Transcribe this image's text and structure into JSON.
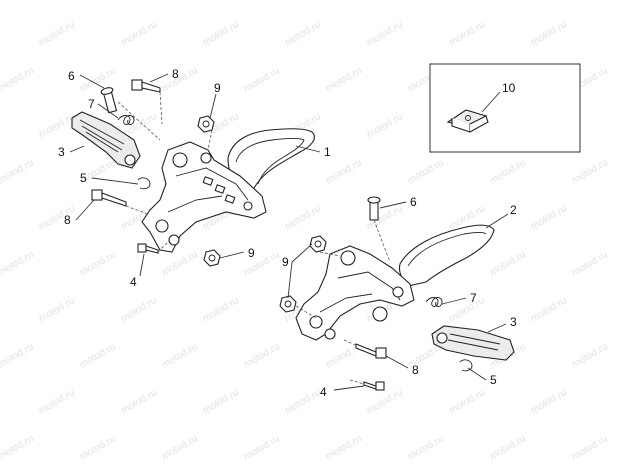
{
  "watermark": "motod.ru",
  "callouts": [
    {
      "id": "c6a",
      "label": "6"
    },
    {
      "id": "c8a",
      "label": "8"
    },
    {
      "id": "c7a",
      "label": "7"
    },
    {
      "id": "c9a",
      "label": "9"
    },
    {
      "id": "c3a",
      "label": "3"
    },
    {
      "id": "c1",
      "label": "1"
    },
    {
      "id": "c5a",
      "label": "5"
    },
    {
      "id": "c8b",
      "label": "8"
    },
    {
      "id": "c4a",
      "label": "4"
    },
    {
      "id": "c9b",
      "label": "9"
    },
    {
      "id": "c10",
      "label": "10"
    },
    {
      "id": "c6b",
      "label": "6"
    },
    {
      "id": "c2",
      "label": "2"
    },
    {
      "id": "c9c",
      "label": "9"
    },
    {
      "id": "c7b",
      "label": "7"
    },
    {
      "id": "c3b",
      "label": "3"
    },
    {
      "id": "c8c",
      "label": "8"
    },
    {
      "id": "c5b",
      "label": "5"
    },
    {
      "id": "c4b",
      "label": "4"
    }
  ]
}
